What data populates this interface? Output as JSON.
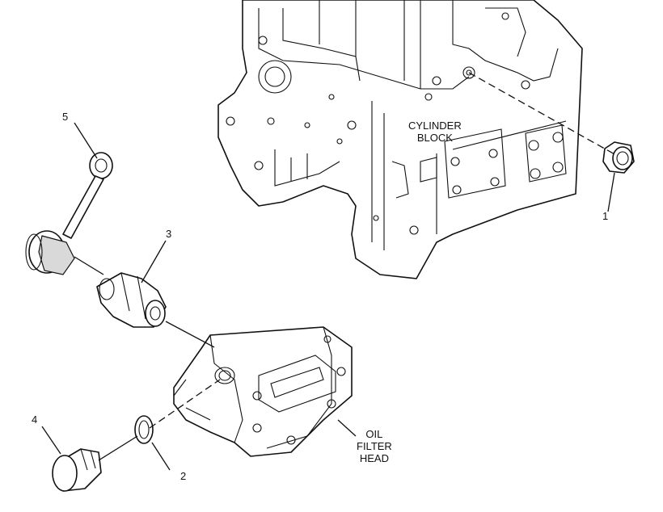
{
  "callouts": {
    "part_1": "1",
    "part_2": "2",
    "part_3": "3",
    "part_4": "4",
    "part_5": "5"
  },
  "labels": {
    "cylinder_block": [
      "CYLINDER",
      "BLOCK"
    ],
    "oil_filter_head": [
      "OIL",
      "FILTER",
      "HEAD"
    ]
  },
  "colors": {
    "line": "#111111",
    "background": "#ffffff"
  }
}
